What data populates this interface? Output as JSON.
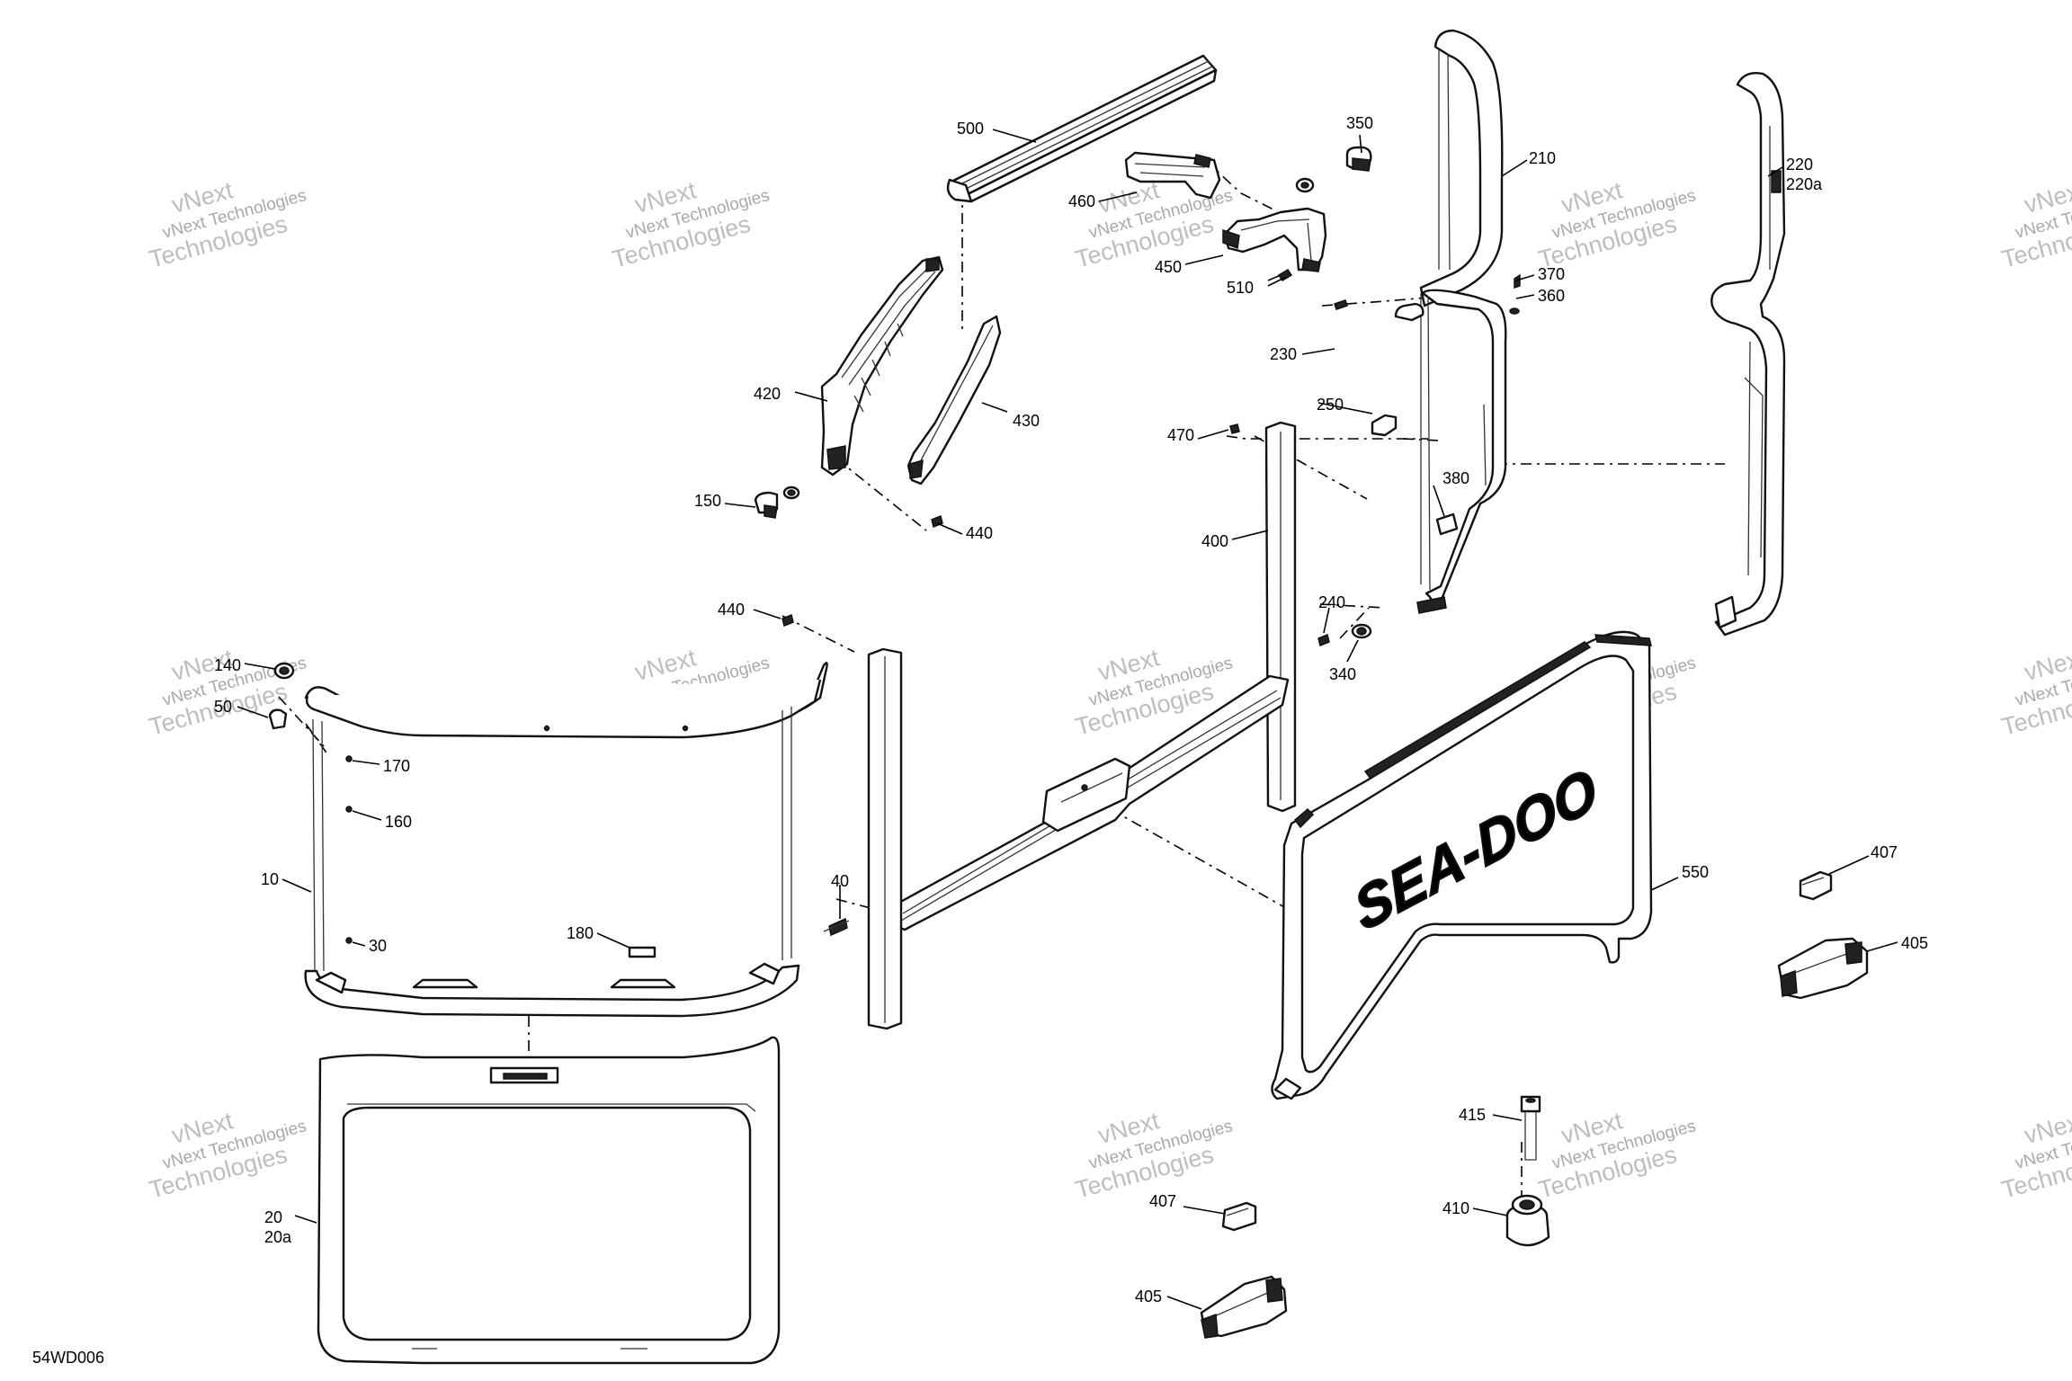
{
  "diagram_id": "54WD006",
  "watermark": {
    "line1": "vNext Technologies",
    "line2": "Technologies",
    "tag": "vNext"
  },
  "callouts": [
    {
      "id": "c-500",
      "label": "500"
    },
    {
      "id": "c-350",
      "label": "350"
    },
    {
      "id": "c-210",
      "label": "210"
    },
    {
      "id": "c-220",
      "label": "220"
    },
    {
      "id": "c-220a",
      "label": "220a"
    },
    {
      "id": "c-460",
      "label": "460"
    },
    {
      "id": "c-450",
      "label": "450"
    },
    {
      "id": "c-510",
      "label": "510"
    },
    {
      "id": "c-370",
      "label": "370"
    },
    {
      "id": "c-360",
      "label": "360"
    },
    {
      "id": "c-230",
      "label": "230"
    },
    {
      "id": "c-420",
      "label": "420"
    },
    {
      "id": "c-430",
      "label": "430"
    },
    {
      "id": "c-250",
      "label": "250"
    },
    {
      "id": "c-470",
      "label": "470"
    },
    {
      "id": "c-380",
      "label": "380"
    },
    {
      "id": "c-150",
      "label": "150"
    },
    {
      "id": "c-440a",
      "label": "440"
    },
    {
      "id": "c-400",
      "label": "400"
    },
    {
      "id": "c-440b",
      "label": "440"
    },
    {
      "id": "c-240",
      "label": "240"
    },
    {
      "id": "c-340",
      "label": "340"
    },
    {
      "id": "c-140",
      "label": "140"
    },
    {
      "id": "c-50",
      "label": "50"
    },
    {
      "id": "c-170",
      "label": "170"
    },
    {
      "id": "c-160",
      "label": "160"
    },
    {
      "id": "c-10",
      "label": "10"
    },
    {
      "id": "c-40",
      "label": "40"
    },
    {
      "id": "c-30",
      "label": "30"
    },
    {
      "id": "c-180",
      "label": "180"
    },
    {
      "id": "c-550",
      "label": "550"
    },
    {
      "id": "c-407a",
      "label": "407"
    },
    {
      "id": "c-405a",
      "label": "405"
    },
    {
      "id": "c-415",
      "label": "415"
    },
    {
      "id": "c-20",
      "label": "20"
    },
    {
      "id": "c-20a",
      "label": "20a"
    },
    {
      "id": "c-407b",
      "label": "407"
    },
    {
      "id": "c-410",
      "label": "410"
    },
    {
      "id": "c-405b",
      "label": "405"
    }
  ],
  "brand_mark": "SEA-DOO",
  "colors": {
    "line": "#111111",
    "watermark": "#a0a0a0",
    "background": "#ffffff"
  }
}
